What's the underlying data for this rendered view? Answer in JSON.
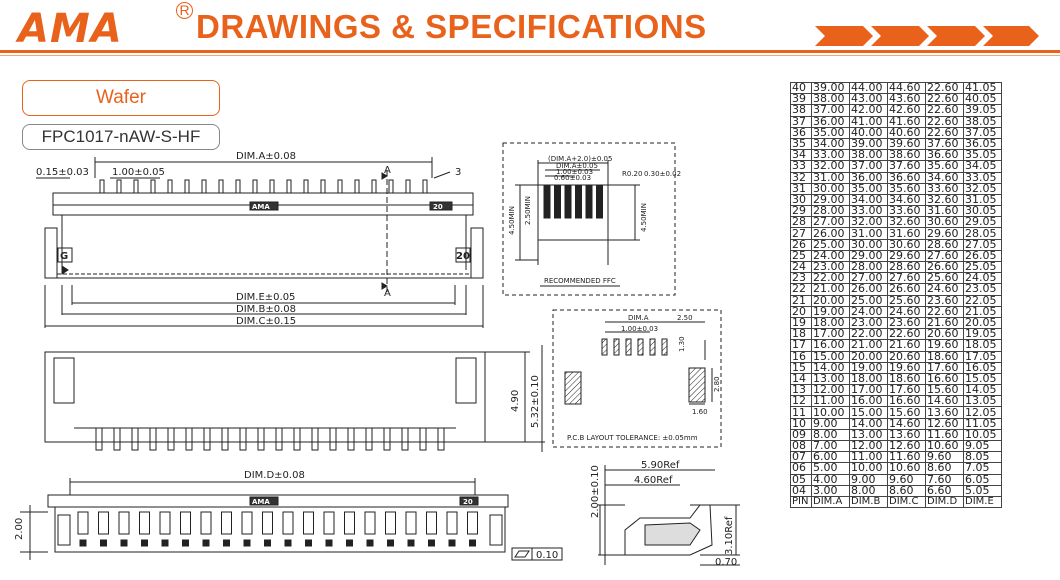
{
  "header": {
    "logo": "AMA",
    "registered": "R",
    "title": "DRAWINGS & SPECIFICATIONS"
  },
  "product": {
    "category": "Wafer",
    "part_number": "FPC1017-nAW-S-HF"
  },
  "colors": {
    "accent": "#e8621c"
  },
  "main_view": {
    "dim_a": "DIM.A±0.08",
    "pitch_tol": "0.15±0.03",
    "pitch": "1.00±0.05",
    "callout": "3",
    "section_a": "A",
    "pin_g": "G",
    "pin_20": "20",
    "brand": "AMA",
    "dim_e": "DIM.E±0.05",
    "dim_b": "DIM.B±0.08",
    "dim_c": "DIM.C±0.15"
  },
  "front_view": {
    "h1": "4.90",
    "h2": "5.32±0.10"
  },
  "bottom_view": {
    "dim_d": "DIM.D±0.08",
    "brand": "AMA",
    "pin_20": "20",
    "height": "2.00",
    "flatness": "0.10"
  },
  "ffc": {
    "dim1": "(DIM.A+2.0)±0.05",
    "dim2": "DIM.A±0.05",
    "dim3": "1.00±0.03",
    "dim4": "0.60±0.03",
    "radius": "R0.20",
    "thick": "0.30±0.02",
    "h_left": "4.50MIN",
    "h_left2": "2.50MIN",
    "h_right": "4.50MIN",
    "label": "RECOMMENDED FFC"
  },
  "pcb": {
    "dim_a": "DIM.A",
    "w": "2.50",
    "pitch": "1.00±0.03",
    "pad_w": "0.30",
    "pad_h": "1.30",
    "pad2_h": "2.80",
    "pad2_w": "1.60",
    "label": "P.C.B LAYOUT TOLERANCE: ±0.05mm"
  },
  "side_view": {
    "w1": "5.90Ref",
    "w2": "4.60Ref",
    "h1": "2.00±0.10",
    "h2": "3.10Ref",
    "t": "0.70"
  },
  "table": {
    "headers": [
      "PIN",
      "DIM.A",
      "DIM.B",
      "DIM.C",
      "DIM.D",
      "DIM.E"
    ],
    "rows": [
      [
        "40",
        "39.00",
        "44.00",
        "44.60",
        "22.60",
        "41.05"
      ],
      [
        "39",
        "38.00",
        "43.00",
        "43.60",
        "22.60",
        "40.05"
      ],
      [
        "38",
        "37.00",
        "42.00",
        "42.60",
        "22.60",
        "39.05"
      ],
      [
        "37",
        "36.00",
        "41.00",
        "41.60",
        "22.60",
        "38.05"
      ],
      [
        "36",
        "35.00",
        "40.00",
        "40.60",
        "22.60",
        "37.05"
      ],
      [
        "35",
        "34.00",
        "39.00",
        "39.60",
        "37.60",
        "36.05"
      ],
      [
        "34",
        "33.00",
        "38.00",
        "38.60",
        "36.60",
        "35.05"
      ],
      [
        "33",
        "32.00",
        "37.00",
        "37.60",
        "35.60",
        "34.05"
      ],
      [
        "32",
        "31.00",
        "36.00",
        "36.60",
        "34.60",
        "33.05"
      ],
      [
        "31",
        "30.00",
        "35.00",
        "35.60",
        "33.60",
        "32.05"
      ],
      [
        "30",
        "29.00",
        "34.00",
        "34.60",
        "32.60",
        "31.05"
      ],
      [
        "29",
        "28.00",
        "33.00",
        "33.60",
        "31.60",
        "30.05"
      ],
      [
        "28",
        "27.00",
        "32.00",
        "32.60",
        "30.60",
        "29.05"
      ],
      [
        "27",
        "26.00",
        "31.00",
        "31.60",
        "29.60",
        "28.05"
      ],
      [
        "26",
        "25.00",
        "30.00",
        "30.60",
        "28.60",
        "27.05"
      ],
      [
        "25",
        "24.00",
        "29.00",
        "29.60",
        "27.60",
        "26.05"
      ],
      [
        "24",
        "23.00",
        "28.00",
        "28.60",
        "26.60",
        "25.05"
      ],
      [
        "23",
        "22.00",
        "27.00",
        "27.60",
        "25.60",
        "24.05"
      ],
      [
        "22",
        "21.00",
        "26.00",
        "26.60",
        "24.60",
        "23.05"
      ],
      [
        "21",
        "20.00",
        "25.00",
        "25.60",
        "23.60",
        "22.05"
      ],
      [
        "20",
        "19.00",
        "24.00",
        "24.60",
        "22.60",
        "21.05"
      ],
      [
        "19",
        "18.00",
        "23.00",
        "23.60",
        "21.60",
        "20.05"
      ],
      [
        "18",
        "17.00",
        "22.00",
        "22.60",
        "20.60",
        "19.05"
      ],
      [
        "17",
        "16.00",
        "21.00",
        "21.60",
        "19.60",
        "18.05"
      ],
      [
        "16",
        "15.00",
        "20.00",
        "20.60",
        "18.60",
        "17.05"
      ],
      [
        "15",
        "14.00",
        "19.00",
        "19.60",
        "17.60",
        "16.05"
      ],
      [
        "14",
        "13.00",
        "18.00",
        "18.60",
        "16.60",
        "15.05"
      ],
      [
        "13",
        "12.00",
        "17.00",
        "17.60",
        "15.60",
        "14.05"
      ],
      [
        "12",
        "11.00",
        "16.00",
        "16.60",
        "14.60",
        "13.05"
      ],
      [
        "11",
        "10.00",
        "15.00",
        "15.60",
        "13.60",
        "12.05"
      ],
      [
        "10",
        "9.00",
        "14.00",
        "14.60",
        "12.60",
        "11.05"
      ],
      [
        "09",
        "8.00",
        "13.00",
        "13.60",
        "11.60",
        "10.05"
      ],
      [
        "08",
        "7.00",
        "12.00",
        "12.60",
        "10.60",
        "9.05"
      ],
      [
        "07",
        "6.00",
        "11.00",
        "11.60",
        "9.60",
        "8.05"
      ],
      [
        "06",
        "5.00",
        "10.00",
        "10.60",
        "8.60",
        "7.05"
      ],
      [
        "05",
        "4.00",
        "9.00",
        "9.60",
        "7.60",
        "6.05"
      ],
      [
        "04",
        "3.00",
        "8.00",
        "8.60",
        "6.60",
        "5.05"
      ]
    ]
  }
}
